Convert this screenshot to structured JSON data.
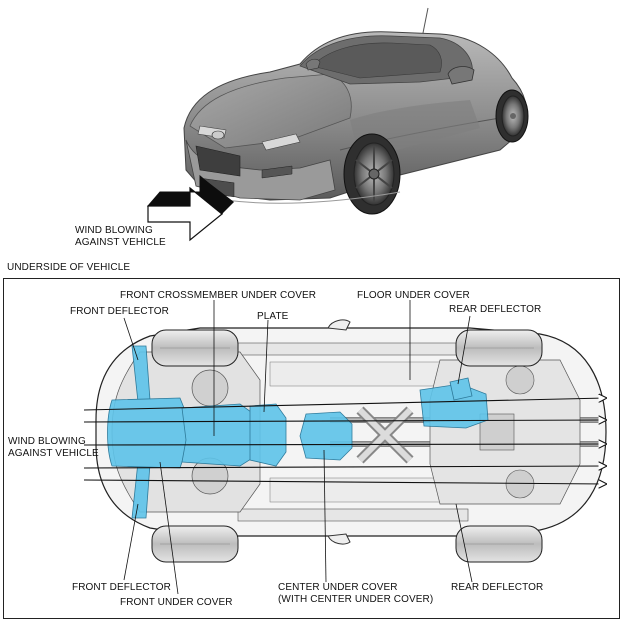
{
  "top_view": {
    "wind_label_line1": "WIND BLOWING",
    "wind_label_line2": "AGAINST VEHICLE"
  },
  "underside": {
    "section_title": "UNDERSIDE OF VEHICLE",
    "labels": {
      "front_crossmember_under_cover": "FRONT CROSSMEMBER UNDER COVER",
      "floor_under_cover": "FLOOR UNDER COVER",
      "front_deflector_top": "FRONT DEFLECTOR",
      "plate": "PLATE",
      "rear_deflector_top": "REAR DEFLECTOR",
      "wind_line1": "WIND BLOWING",
      "wind_line2": "AGAINST VEHICLE",
      "front_deflector_bottom": "FRONT DEFLECTOR",
      "front_under_cover": "FRONT UNDER COVER",
      "center_under_cover_line1": "CENTER UNDER COVER",
      "center_under_cover_line2": "(WITH CENTER UNDER COVER)",
      "rear_deflector_bottom": "REAR DEFLECTOR"
    }
  },
  "colors": {
    "highlight": "#5ec4ea",
    "line": "#1a1a1a",
    "car_body": "#8f8f8f"
  }
}
